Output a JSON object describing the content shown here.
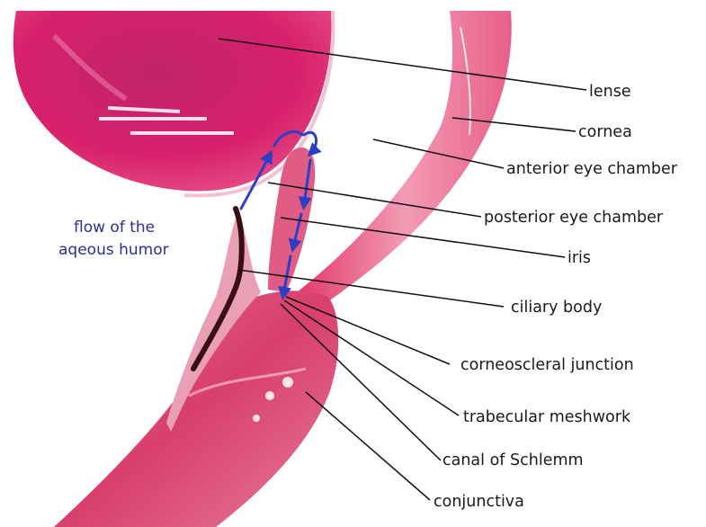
{
  "diagram": {
    "flow_caption": [
      "flow of the",
      "aqeous humor"
    ],
    "labels": [
      {
        "id": "lense",
        "text": "lense"
      },
      {
        "id": "cornea",
        "text": "cornea"
      },
      {
        "id": "anterior-eye-chamber",
        "text": "anterior eye chamber"
      },
      {
        "id": "posterior-eye-chamber",
        "text": "posterior eye chamber"
      },
      {
        "id": "iris",
        "text": "iris"
      },
      {
        "id": "ciliary-body",
        "text": "ciliary body"
      },
      {
        "id": "corneoscleral-junction",
        "text": "corneoscleral junction"
      },
      {
        "id": "trabecular-meshwork",
        "text": "trabecular meshwork"
      },
      {
        "id": "canal-of-schlemm",
        "text": "canal of Schlemm"
      },
      {
        "id": "conjunctiva",
        "text": "conjunctiva"
      }
    ],
    "colors": {
      "tissue": "#e0426f",
      "tissue_light": "#f09ab3",
      "lens": "#d81f69",
      "arrow": "#2b3fc4",
      "flow_text": "#2a2f9a",
      "pigment": "#3a0d14"
    }
  }
}
